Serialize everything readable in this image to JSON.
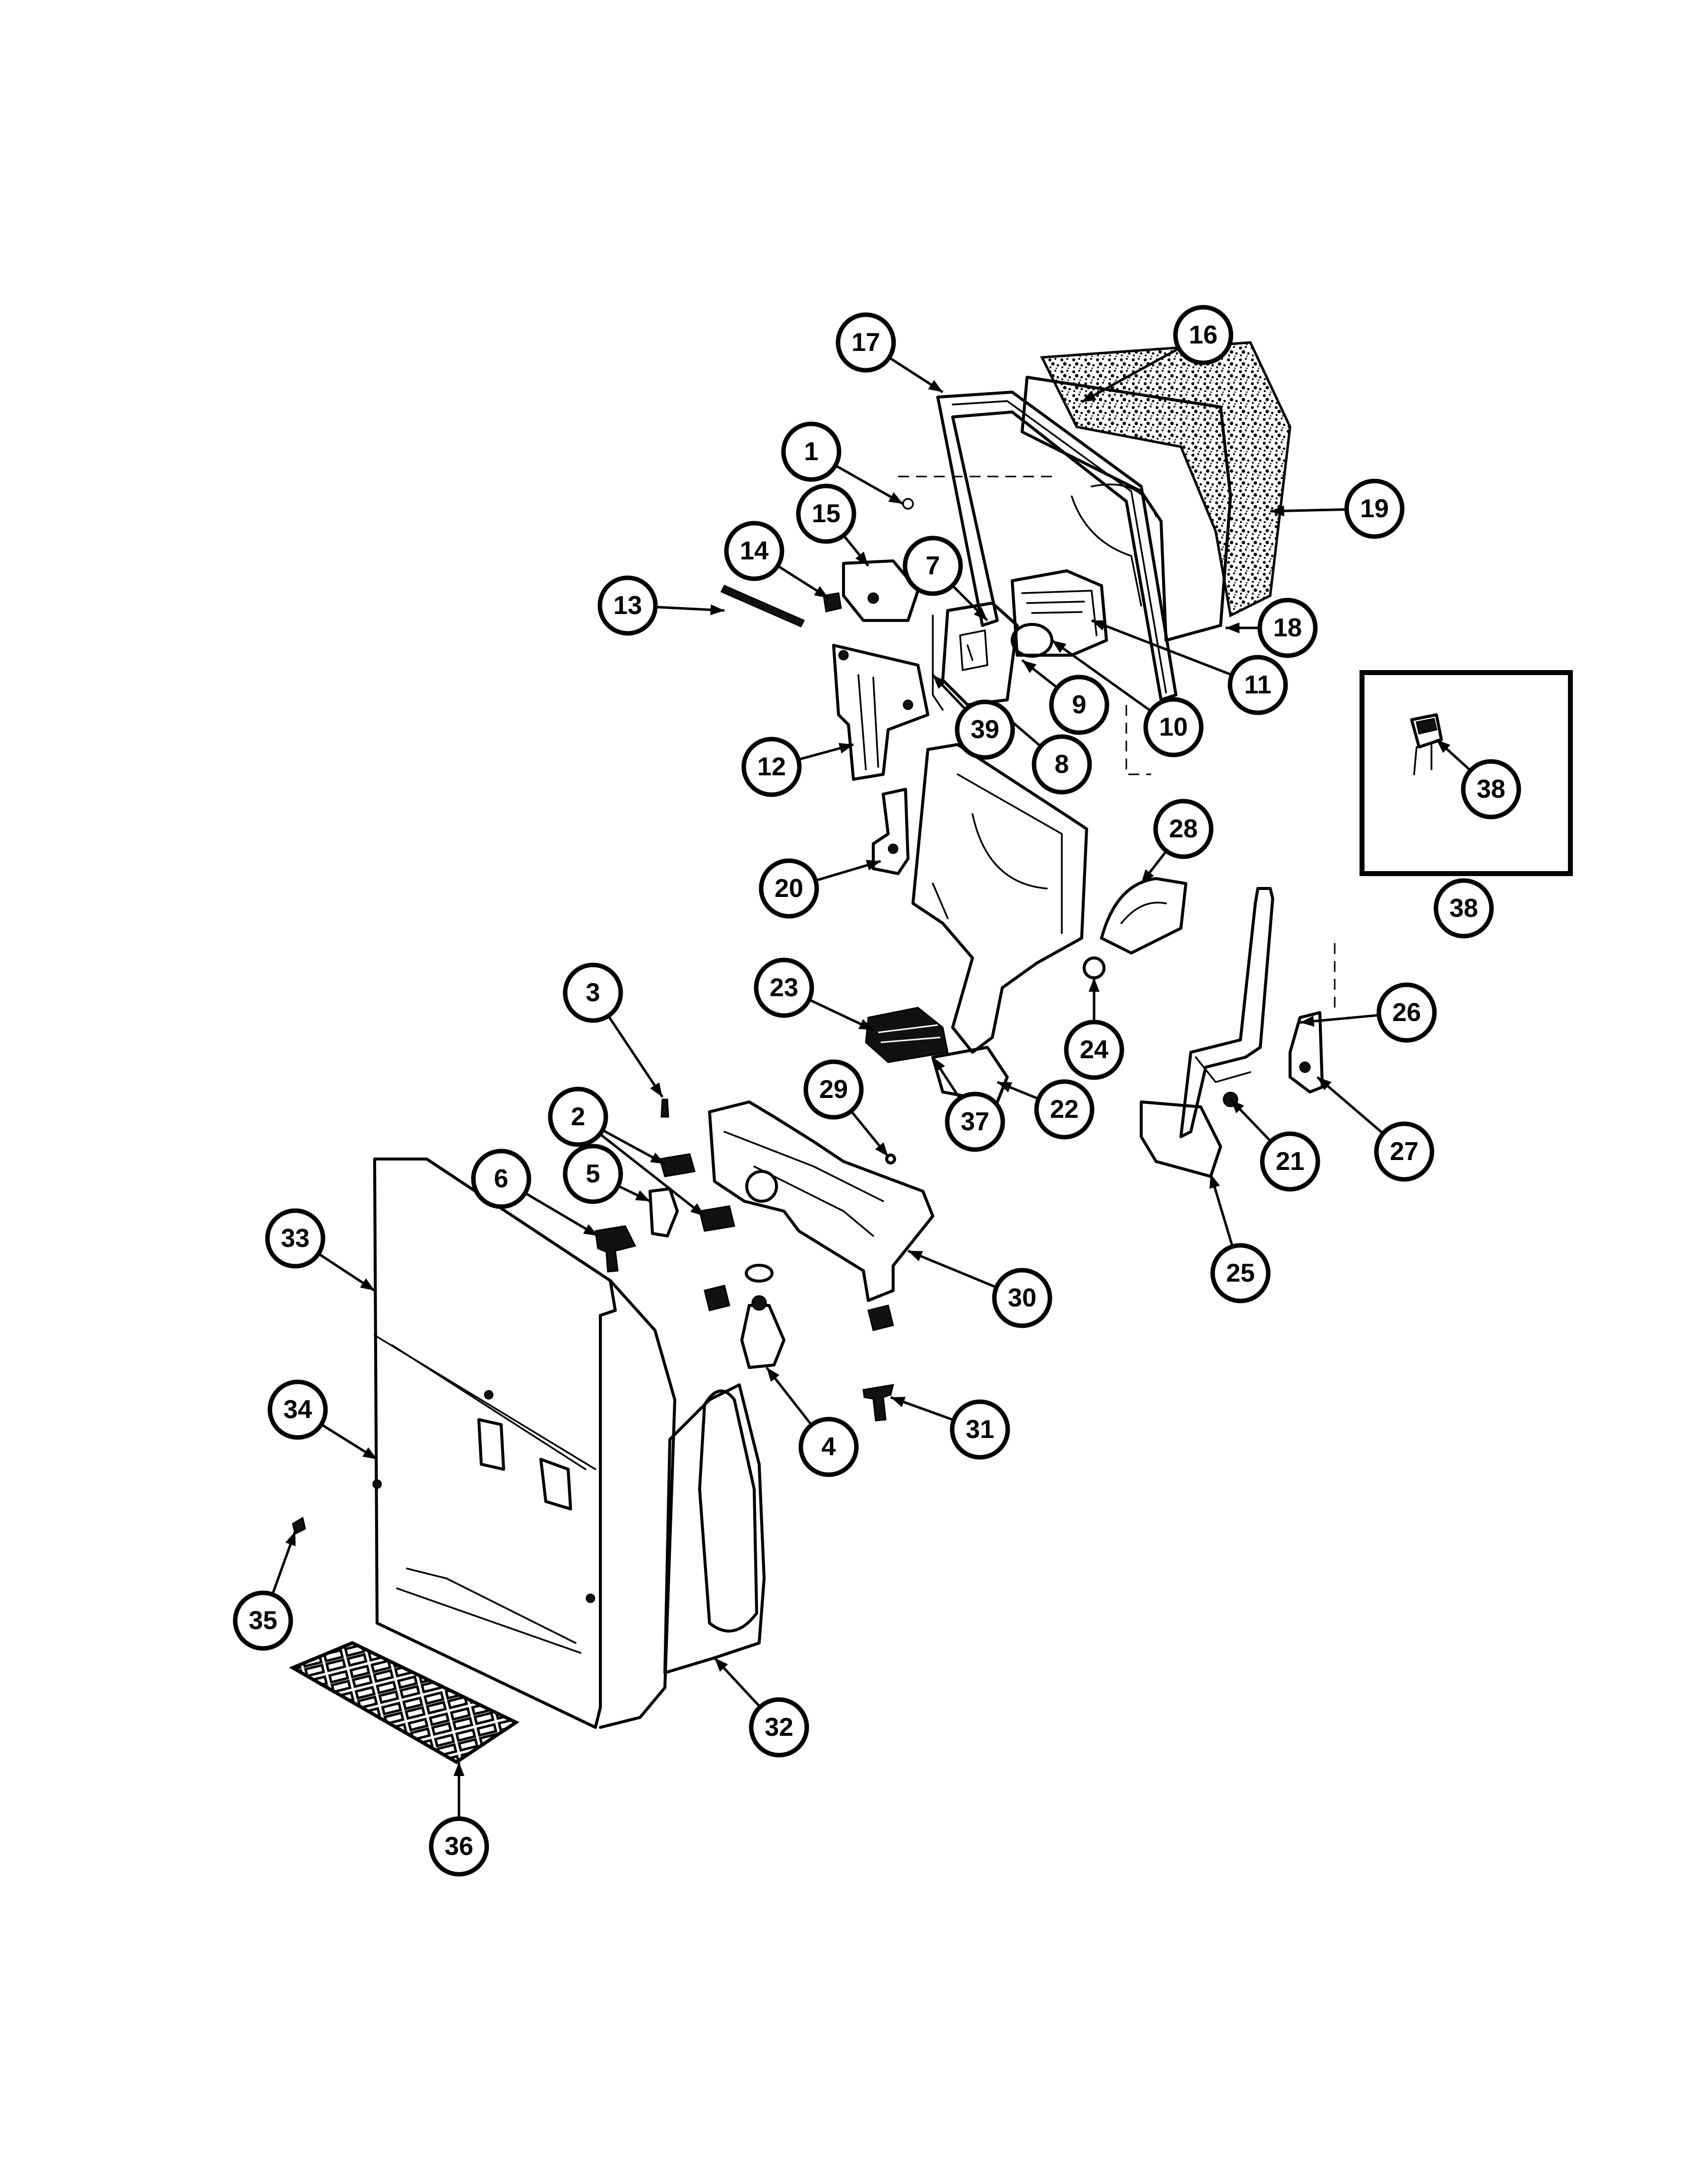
{
  "title": "",
  "callouts": [
    {
      "id": "1",
      "label": "1"
    },
    {
      "id": "2",
      "label": "2"
    },
    {
      "id": "3",
      "label": "3"
    },
    {
      "id": "4",
      "label": "4"
    },
    {
      "id": "5",
      "label": "5"
    },
    {
      "id": "6",
      "label": "6"
    },
    {
      "id": "7",
      "label": "7"
    },
    {
      "id": "8",
      "label": "8"
    },
    {
      "id": "9",
      "label": "9"
    },
    {
      "id": "10",
      "label": "10"
    },
    {
      "id": "11",
      "label": "11"
    },
    {
      "id": "12",
      "label": "12"
    },
    {
      "id": "13",
      "label": "13"
    },
    {
      "id": "14",
      "label": "14"
    },
    {
      "id": "15",
      "label": "15"
    },
    {
      "id": "16",
      "label": "16"
    },
    {
      "id": "17",
      "label": "17"
    },
    {
      "id": "18",
      "label": "18"
    },
    {
      "id": "19",
      "label": "19"
    },
    {
      "id": "20",
      "label": "20"
    },
    {
      "id": "21",
      "label": "21"
    },
    {
      "id": "22",
      "label": "22"
    },
    {
      "id": "23",
      "label": "23"
    },
    {
      "id": "24",
      "label": "24"
    },
    {
      "id": "25",
      "label": "25"
    },
    {
      "id": "26",
      "label": "26"
    },
    {
      "id": "27",
      "label": "27"
    },
    {
      "id": "28",
      "label": "28"
    },
    {
      "id": "29",
      "label": "29"
    },
    {
      "id": "30",
      "label": "30"
    },
    {
      "id": "31",
      "label": "31"
    },
    {
      "id": "32",
      "label": "32"
    },
    {
      "id": "33",
      "label": "33"
    },
    {
      "id": "34",
      "label": "34"
    },
    {
      "id": "35",
      "label": "35"
    },
    {
      "id": "36",
      "label": "36"
    },
    {
      "id": "37",
      "label": "37"
    },
    {
      "id": "38",
      "label": "38"
    },
    {
      "id": "39",
      "label": "39"
    },
    {
      "id": "38-inset",
      "label": "38"
    }
  ]
}
